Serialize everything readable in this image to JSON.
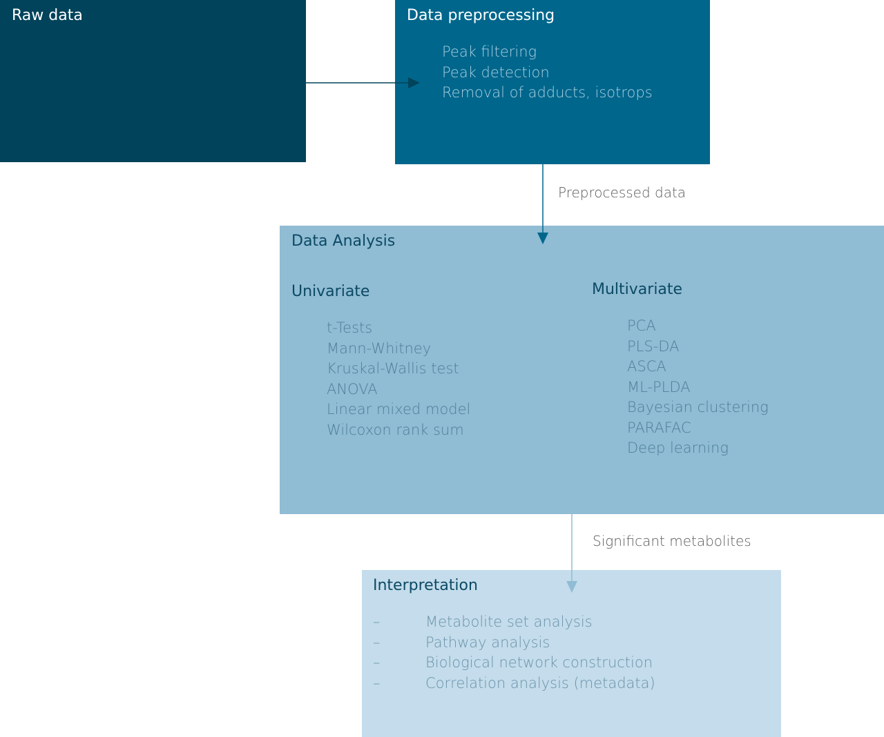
{
  "raw": {
    "title": "Raw data"
  },
  "preprocessing": {
    "title": "Data preprocessing",
    "items": [
      "Peak filtering",
      "Peak detection",
      "Removal of adducts, isotrops"
    ]
  },
  "edge_preprocessed": "Preprocessed data",
  "analysis": {
    "title": "Data Analysis",
    "univariate": {
      "title": "Univariate",
      "items": [
        "t-Tests",
        "Mann-Whitney",
        "Kruskal-Wallis test",
        "ANOVA",
        "Linear mixed model",
        "Wilcoxon rank sum"
      ]
    },
    "multivariate": {
      "title": "Multivariate",
      "items": [
        "PCA",
        "PLS-DA",
        "ASCA",
        "ML-PLDA",
        "Bayesian clustering",
        "PARAFAC",
        "Deep learning"
      ]
    }
  },
  "edge_significant": "Significant metabolites",
  "interpretation": {
    "title": "Interpretation",
    "bullet": "–",
    "items": [
      "Metabolite set analysis",
      "Pathway analysis",
      "Biological network construction",
      "Correlation analysis (metadata)"
    ]
  },
  "colors": {
    "raw": "#00435a",
    "preprocessing": "#00668c",
    "analysis": "#90bcd4",
    "interpretation": "#c4dceb",
    "arrow_dark": "#00435a",
    "arrow_mid": "#00668c",
    "arrow_light": "#90bcd4"
  }
}
